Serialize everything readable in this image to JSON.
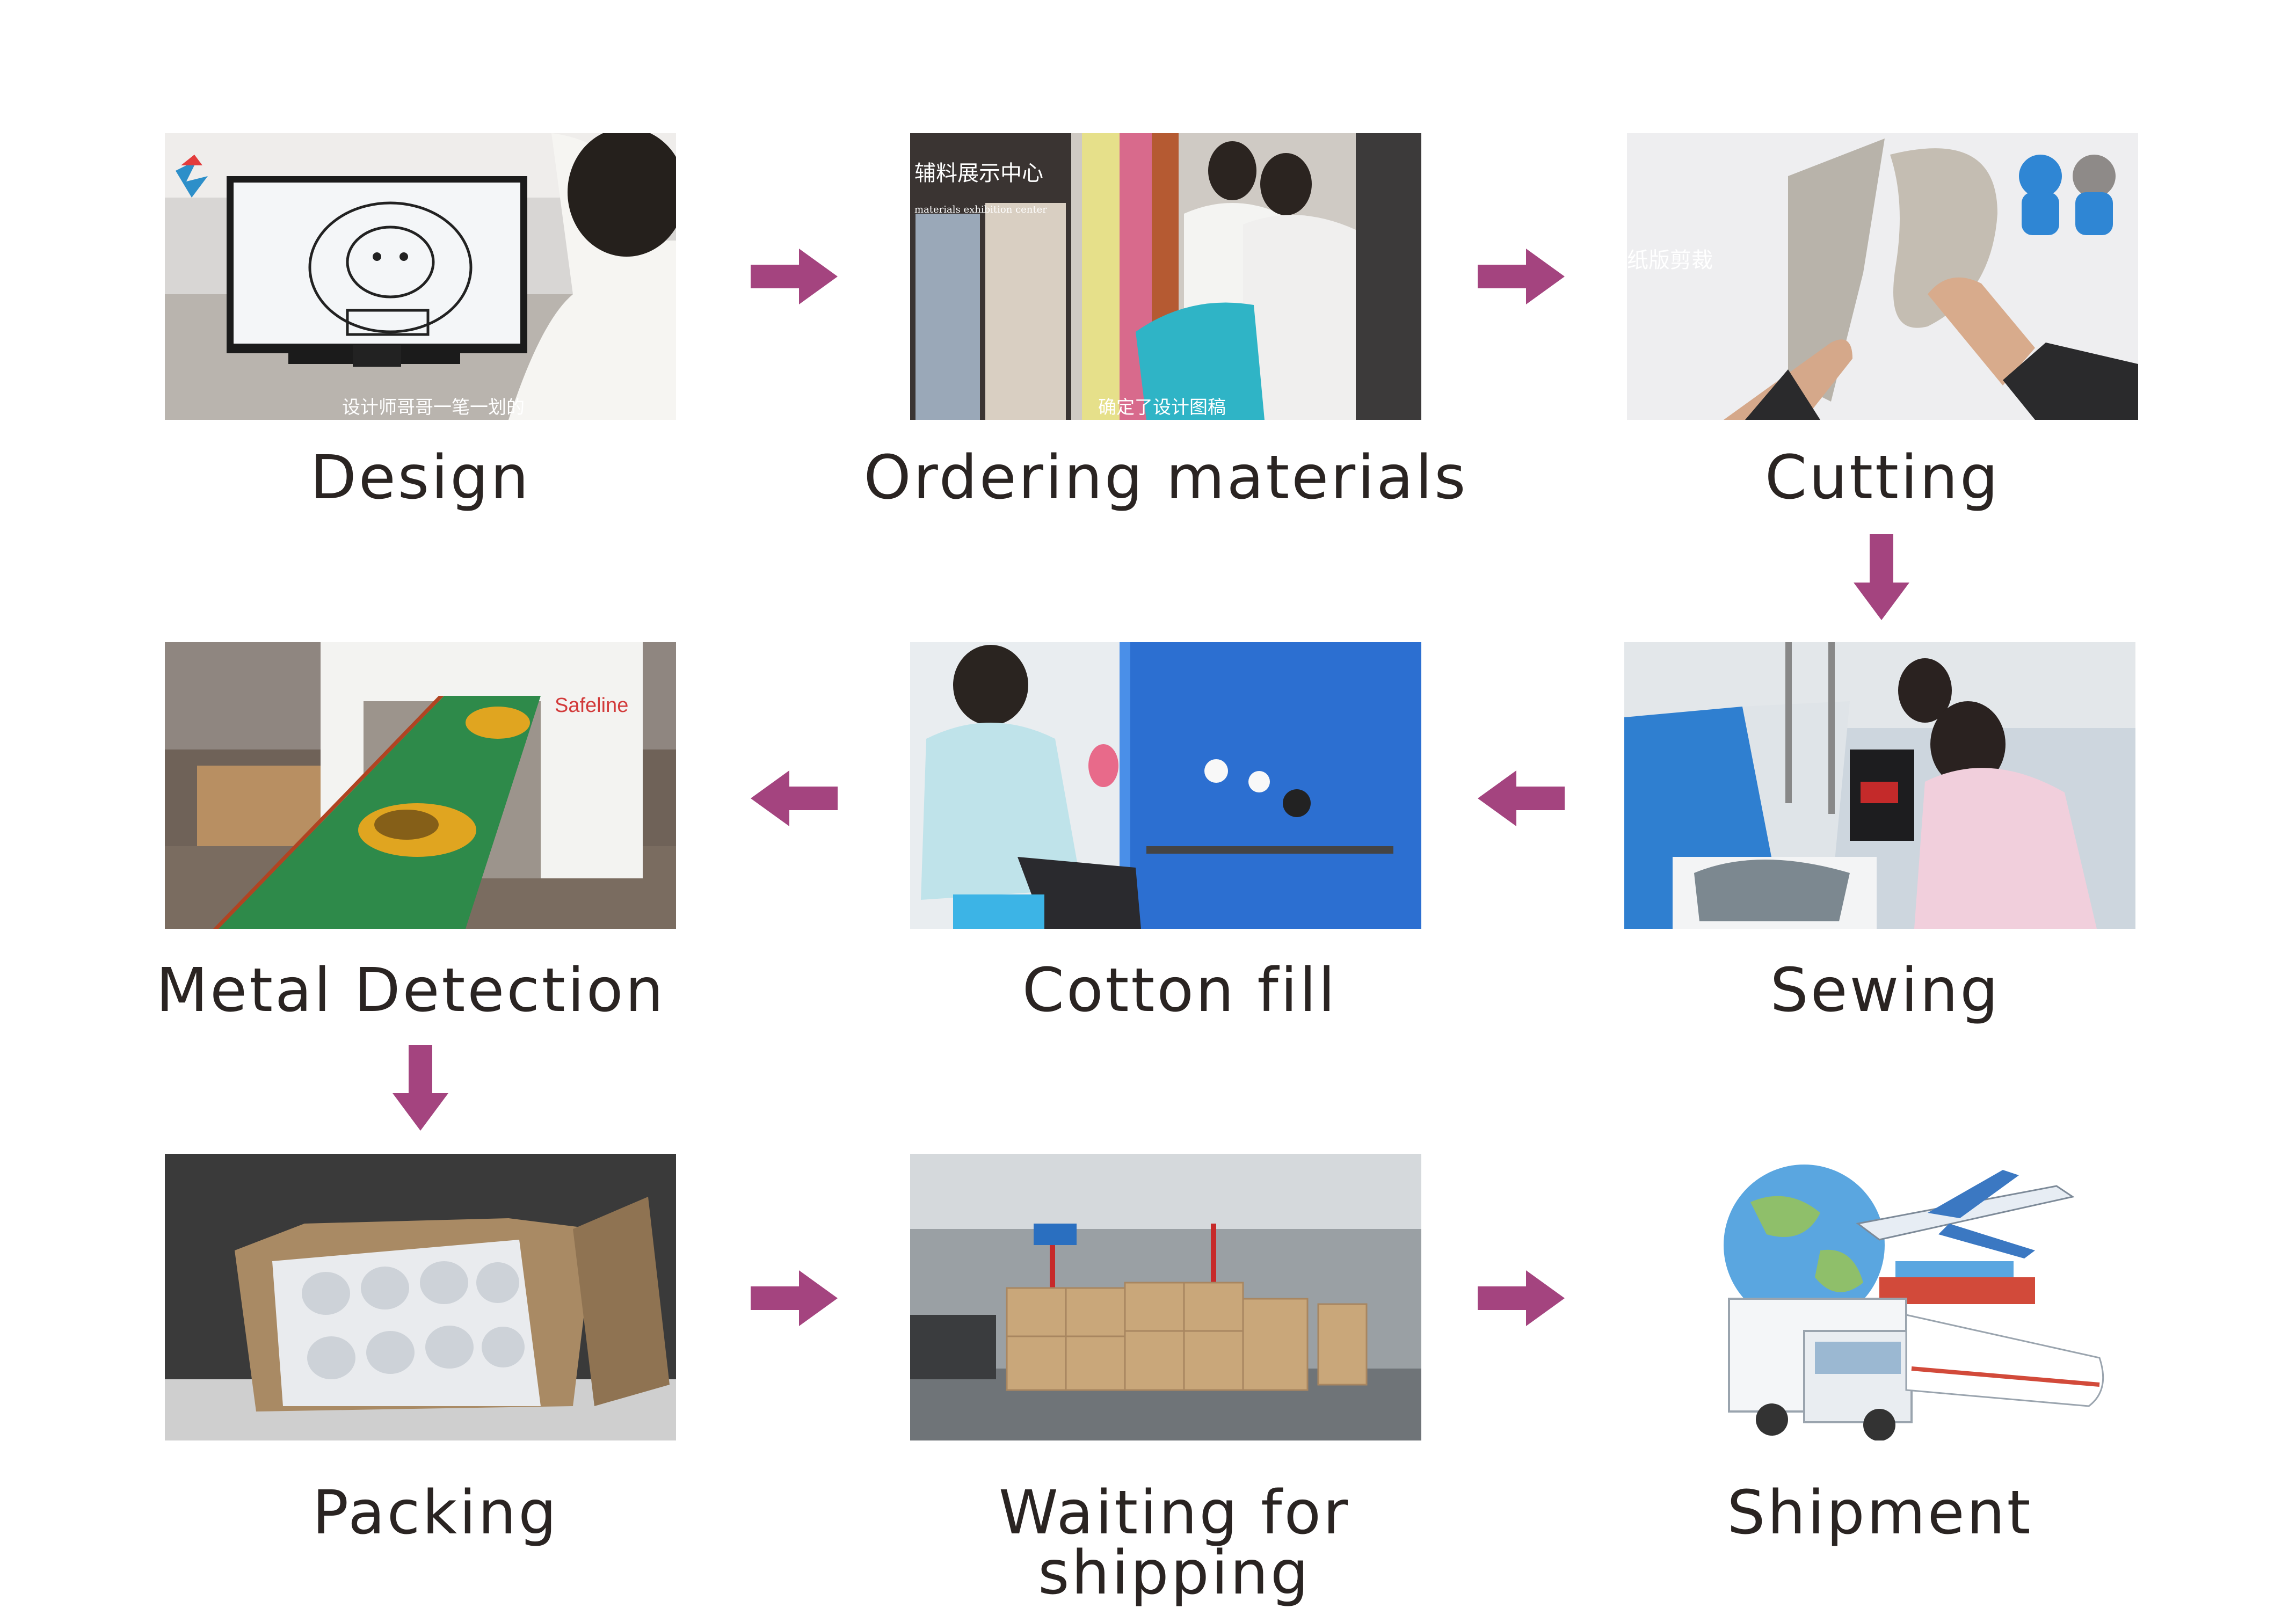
{
  "accent_color": "#a4447f",
  "steps": [
    {
      "label": "Design",
      "photo": "designer-at-monitor-photo",
      "overlay_text": "设计师哥哥一笔一划的"
    },
    {
      "label": "Ordering materials",
      "photo": "materials-exhibition-photo",
      "overlay_text": "确定了设计图稿",
      "sign_cn": "辅料展示中心",
      "sign_en": "materials exhibition center"
    },
    {
      "label": "Cutting",
      "photo": "paper-pattern-cutting-photo",
      "overlay_text": "纸版剪裁"
    },
    {
      "label": "Sewing",
      "photo": "sewing-workers-photo"
    },
    {
      "label": "Cotton fill",
      "photo": "cotton-filling-machine-photo"
    },
    {
      "label": "Metal Detection",
      "photo": "metal-detector-conveyor-photo",
      "brand": "Safeline"
    },
    {
      "label": "Packing",
      "photo": "packed-box-photo"
    },
    {
      "label": "Waiting for shipping",
      "photo": "warehouse-pallets-photo"
    },
    {
      "label": "Shipment",
      "photo": "globe-plane-truck-train-ship-illustration"
    }
  ],
  "arrows": [
    {
      "from": "Design",
      "to": "Ordering materials",
      "direction": "right"
    },
    {
      "from": "Ordering materials",
      "to": "Cutting",
      "direction": "right"
    },
    {
      "from": "Cutting",
      "to": "Sewing",
      "direction": "down"
    },
    {
      "from": "Sewing",
      "to": "Cotton fill",
      "direction": "left"
    },
    {
      "from": "Cotton fill",
      "to": "Metal Detection",
      "direction": "left"
    },
    {
      "from": "Metal Detection",
      "to": "Packing",
      "direction": "down"
    },
    {
      "from": "Packing",
      "to": "Waiting for shipping",
      "direction": "right"
    },
    {
      "from": "Waiting for shipping",
      "to": "Shipment",
      "direction": "right"
    }
  ]
}
